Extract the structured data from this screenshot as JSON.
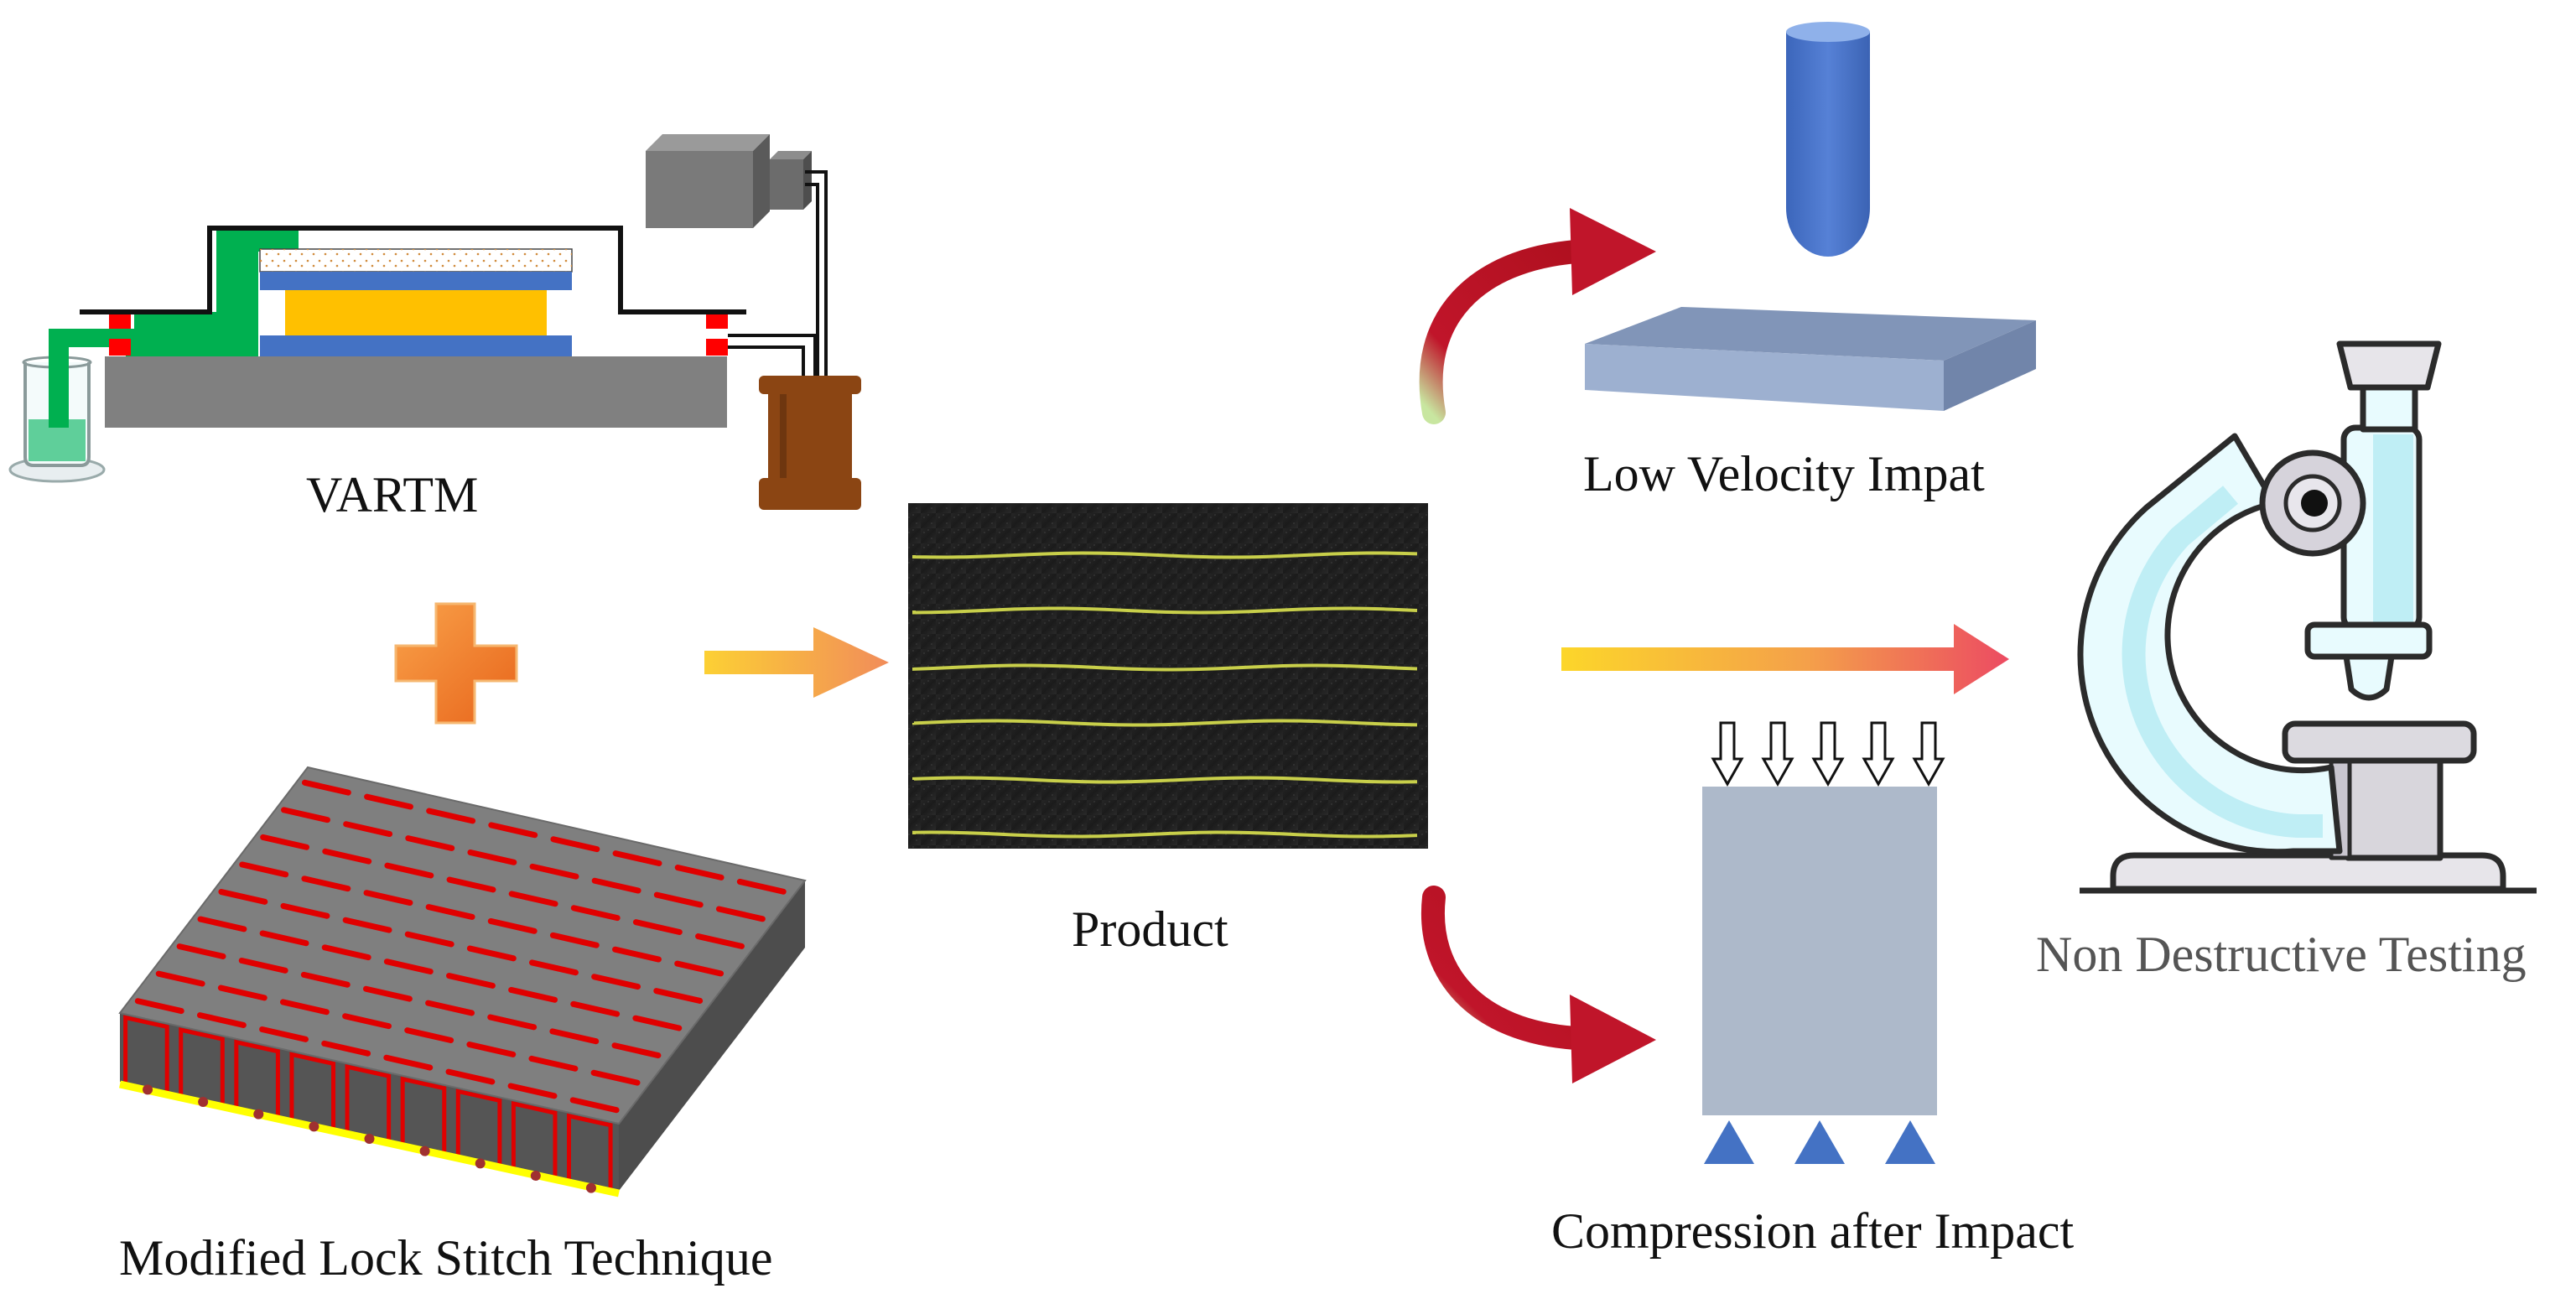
{
  "labels": {
    "vartm": "VARTM",
    "lock_stitch": "Modified Lock Stitch Technique",
    "product": "Product",
    "low_velocity_impact": "Low Velocity Impat",
    "compression_after_impact": "Compression after Impact",
    "non_destructive_testing": "Non Destructive Testing"
  },
  "colors": {
    "resin_green": "#00b050",
    "fabric_blue": "#4472c4",
    "core_yellow": "#ffc000",
    "mold_gray": "#808080",
    "seal_red": "#ff0000",
    "pump_brown": "#8b4513",
    "stitch_red": "#e00000",
    "plus_orange": "#f07c24",
    "arrow_red": "#c0152a",
    "impactor_blue": "#4472c4",
    "plate_blue": "#9db0d0",
    "specimen_gray": "#adb9ca",
    "support_blue": "#4472c4",
    "microscope_cyan": "#bfeef5"
  },
  "icons": [
    "beaker-icon",
    "vacuum-pump-icon",
    "plus-icon",
    "microscope-icon",
    "impactor-icon"
  ]
}
